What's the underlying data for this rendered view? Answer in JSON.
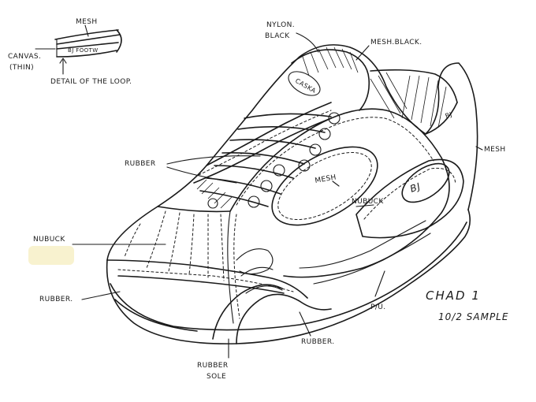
{
  "labels": {
    "detail_mesh": "MESH",
    "detail_canvas": "CANVAS.",
    "detail_thin": "(THIN)",
    "detail_logo": "BJ FOOTW",
    "detail_caption": "DETAIL OF THE LOOP.",
    "nylon": "NYLON.",
    "black": "BLACK",
    "mesh_black": "MESH.BLACK.",
    "mesh_right": "MESH",
    "rubber_upper": "RUBBER",
    "mesh_center": "MESH",
    "nubuck_mid": "NUBUCK",
    "nubuck_left": "NUBUCK",
    "rubber_left": "RUBBER.",
    "rubber_bottom": "RUBBER.",
    "pu": "P/U.",
    "rubber_sole_1": "RUBBER",
    "rubber_sole_2": "SOLE",
    "chad": "CHAD 1",
    "sample": "10/2 SAMPLE",
    "tongue_logo": "CASKA",
    "side_logo": "BJ",
    "heel_logo": "BJ"
  },
  "colors": {
    "ink": "#1a1a1a",
    "paper": "#ffffff",
    "stain": "#f3e7a8"
  }
}
